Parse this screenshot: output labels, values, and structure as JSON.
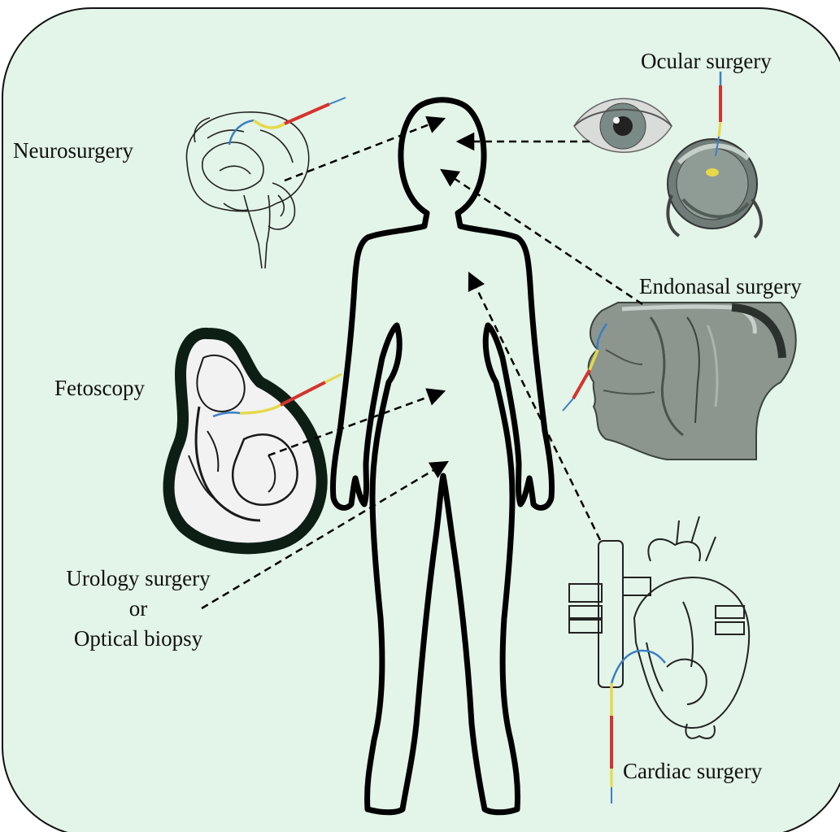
{
  "labels": {
    "neurosurgery": "Neurosurgery",
    "ocular": "Ocular surgery",
    "endonasal": "Endonasal surgery",
    "fetoscopy": "Fetoscopy",
    "urology_line1": "Urology surgery",
    "urology_line2": "or",
    "urology_line3": "Optical biopsy",
    "cardiac": "Cardiac surgery"
  },
  "colors": {
    "background_panel": "#e3f4e8",
    "outline": "#000000",
    "instrument_red": "#d6332e",
    "instrument_yellow": "#e5d94a",
    "instrument_blue": "#3a7fc4"
  }
}
